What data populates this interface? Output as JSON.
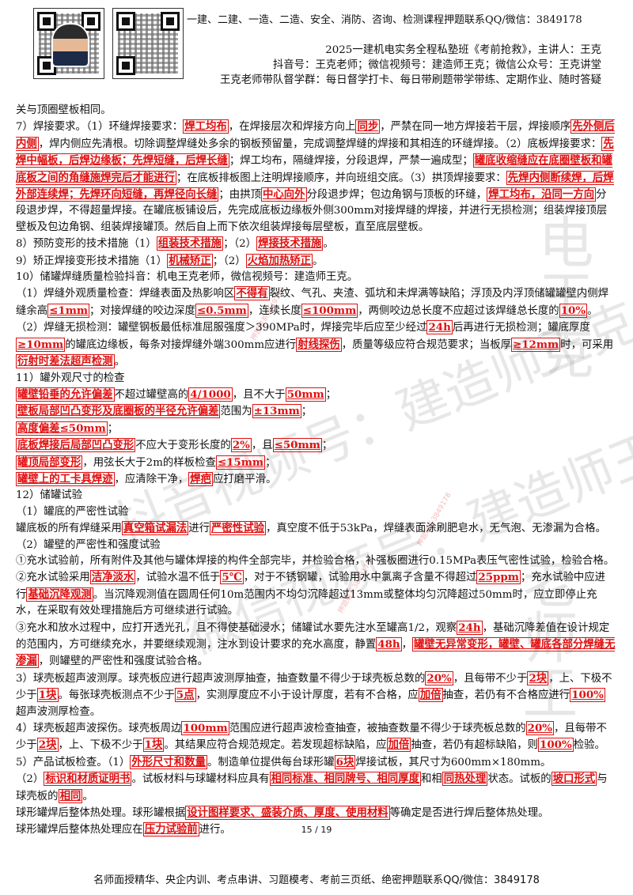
{
  "header": {
    "top_line": "一建、二建、一造、二造、安全、消防、咨询、检测课程押题联系QQ/微信：3849178",
    "course_line": "2025一建机电实务全程私塾班《考前抢救》，主讲人：王克",
    "contact_line": "抖音号：王克老师；微信视频号：建造师王克；微信公众号：王克讲堂",
    "group_line": "王克老师带队督学群：每日督学打卡、每日带刷题带学带练、定期作业、随时答疑",
    "group_line2": "关与顶圈壁板相同。"
  },
  "watermark": {
    "line1": "抖音视频号：建造师王克",
    "line2": "微信视频号：建造师王克",
    "vert1": "电王克",
    "vert2": "老师王",
    "stamp": "押题联系3849178"
  },
  "page": {
    "number": "15 / 19"
  },
  "footer": {
    "text": "名师面授精华、央企内训、考点串讲、习题模考、考前三页纸、绝密押题联系QQ/微信：3849178"
  },
  "paragraphs": [
    [
      {
        "t": "7）焊接要求。（1）环缝焊接要求："
      },
      {
        "h": "焊工均布"
      },
      {
        "t": "，在焊接层次和焊接方向上"
      },
      {
        "h": "同步"
      },
      {
        "t": "，严禁在同一地方焊接若干层，焊接顺序"
      },
      {
        "h": "先外侧后内侧"
      },
      {
        "t": "，焊内侧应先清根。切除调整焊缝处多余的钢板预留量，完成调整焊缝的焊接和其相连的环缝焊接。（2）底板焊接要求："
      },
      {
        "h": "先焊中幅板，后焊边缘板；先焊短缝，后焊长缝"
      },
      {
        "t": "；焊工均布，隔缝焊接，分段退焊，严禁一遍成型；"
      },
      {
        "h": "罐底收缩缝应在底圈壁板和罐底板之间的角缝施焊完后才能进行"
      },
      {
        "t": "；在底板排板图上注明焊接顺序，并向班组交底。（3）拱顶焊接要求："
      },
      {
        "h": "先焊内侧断续焊，后焊外部连续焊；先焊环向短缝，再焊径向长缝"
      },
      {
        "t": "；由拱顶"
      },
      {
        "h": "中心向外"
      },
      {
        "t": "分段退步焊；包边角钢与顶板的环缝，"
      },
      {
        "h": "焊工均布，沿同一方向"
      },
      {
        "t": "分段退步焊，不得超量焊接。在罐底板铺设后，先完成底板边缘板外侧300mm对接焊缝的焊接，并进行无损检测；组装焊接顶层壁板及包边角钢、组装焊接罐顶。然后自上而下依次组装焊接每层壁板，直至底层壁板。"
      }
    ],
    [
      {
        "t": "8）预防变形的技术措施（1）"
      },
      {
        "h": "组装技术措施"
      },
      {
        "t": "；（2）"
      },
      {
        "h": "焊接技术措施"
      },
      {
        "t": "。"
      }
    ],
    [
      {
        "t": "9）矫正焊接变形技术措施（1）"
      },
      {
        "h": "机械矫正"
      },
      {
        "t": "；（2）"
      },
      {
        "h": "火焰加热矫正"
      },
      {
        "t": "。"
      }
    ],
    [
      {
        "t": "10）储罐焊缝质量检验抖音：机电王克老师，微信视频号：建造师王克。"
      }
    ],
    [
      {
        "t": "（1）焊缝外观质量检查：焊缝表面及热影响区"
      },
      {
        "h": "不得有"
      },
      {
        "t": "裂纹、气孔、夹渣、弧坑和未焊满等缺陷；浮顶及内浮顶储罐罐壁内侧焊缝余高"
      },
      {
        "h": "≤1mm"
      },
      {
        "t": "；对接焊缝的咬边深度"
      },
      {
        "h": "≤0.5mm"
      },
      {
        "t": "，连续长度"
      },
      {
        "h": "≤100mm"
      },
      {
        "t": "，两侧咬边总长度不应超过该焊缝总长度的"
      },
      {
        "h": "10%"
      },
      {
        "t": "。"
      }
    ],
    [
      {
        "t": "（2）焊缝无损检测：罐壁钢板最低标准屈服强度＞390MPa时，焊接完毕后应至少经过"
      },
      {
        "h": "24h"
      },
      {
        "t": "后再进行无损检测；罐底厚度"
      },
      {
        "h": "≥10mm"
      },
      {
        "t": "的罐底边缘板，每条对接焊缝外端300mm应进行"
      },
      {
        "h": "射线探伤"
      },
      {
        "t": "，质量等级应符合规范要求；当板厚"
      },
      {
        "h": "≥12mm"
      },
      {
        "t": "时，可采用"
      },
      {
        "h": "衍射时差法超声检测"
      },
      {
        "t": "。"
      }
    ],
    [
      {
        "t": "11）罐外观尺寸的检查"
      }
    ],
    [
      {
        "h": "罐壁铅垂的允许偏差"
      },
      {
        "t": "不超过罐壁高的"
      },
      {
        "h": "4/1000"
      },
      {
        "t": "，且不大于"
      },
      {
        "h": "50mm"
      },
      {
        "t": "；"
      }
    ],
    [
      {
        "h": "壁板局部凹凸变形及底圈板的半径允许偏差"
      },
      {
        "t": "范围为"
      },
      {
        "h": "±13mm"
      },
      {
        "t": "；"
      }
    ],
    [
      {
        "h": "高度偏差≤50mm"
      },
      {
        "t": "；"
      }
    ],
    [
      {
        "h": "底板焊接后局部凹凸变形"
      },
      {
        "t": "不应大于变形长度的"
      },
      {
        "h": "2%"
      },
      {
        "t": "，且"
      },
      {
        "h": "≤50mm"
      },
      {
        "t": "；"
      }
    ],
    [
      {
        "h": "罐顶局部变形"
      },
      {
        "t": "，用弦长大于2m的样板检查"
      },
      {
        "h": "≤15mm"
      },
      {
        "t": "；"
      }
    ],
    [
      {
        "h": "罐壁上的工卡具焊迹"
      },
      {
        "t": "，应清除干净，"
      },
      {
        "h": "焊疤"
      },
      {
        "t": "应打磨平滑。"
      }
    ],
    [
      {
        "t": "12）储罐试验"
      }
    ],
    [
      {
        "t": "（1）罐底的严密性试验"
      }
    ],
    [
      {
        "t": "罐底板的所有焊缝采用"
      },
      {
        "h": "真空箱试漏法"
      },
      {
        "t": "进行"
      },
      {
        "h": "严密性试验"
      },
      {
        "t": "，真空度不低于53kPa，焊缝表面涂刷肥皂水，无气泡、无渗漏为合格。"
      }
    ],
    [
      {
        "t": "（2）罐壁的严密性和强度试验"
      }
    ],
    [
      {
        "t": "①充水试验前，所有附件及其他与罐体焊接的构件全部完毕，并检验合格，补强板圈进行0.15MPa表压气密性试验，检验合格。"
      }
    ],
    [
      {
        "t": "②充水试验采用"
      },
      {
        "h": "洁净淡水"
      },
      {
        "t": "，试验水温不低于"
      },
      {
        "h": "5℃"
      },
      {
        "t": "，对于不锈钢罐，试验用水中氯离子含量不得超过"
      },
      {
        "h": "25ppm"
      },
      {
        "t": "；充水试验中应进行"
      },
      {
        "h": "基础沉降观测"
      },
      {
        "t": "。当沉降观测值在圆周任何10m范围内不均匀沉降超过13mm或整体均匀沉降超过50mm时，应立即停止充水，在采取有效处理措施后方可继续进行试验。"
      }
    ],
    [
      {
        "t": "③充水和放水过程中，应打开透光孔，且不得使基础浸水；储罐试水要先注水至罐高1/2，观察"
      },
      {
        "h": "24h"
      },
      {
        "t": "，基础沉降差值在设计规定的范围内，方可继续充水，并要继续观测，注水到设计要求的充水高度，静置"
      },
      {
        "h": "48h"
      },
      {
        "t": "，"
      },
      {
        "h": "罐壁无异常变形，罐壁、罐底各部分焊缝无渗漏"
      },
      {
        "t": "，则罐壁的严密性和强度试验合格。"
      }
    ],
    [
      {
        "t": "3）球壳板超声波测厚。球壳板应进行超声波测厚抽查，抽查数量不得少于球壳板总数的"
      },
      {
        "h": "20%"
      },
      {
        "t": "，且每带不少于"
      },
      {
        "h": "2块"
      },
      {
        "t": "，上、下极不少于"
      },
      {
        "h": "1块"
      },
      {
        "t": "。每张球壳板测点不少于"
      },
      {
        "h": "5点"
      },
      {
        "t": "，实测厚度应不小于设计厚度，若有不合格，应"
      },
      {
        "h": "加倍"
      },
      {
        "t": "抽查，若仍有不合格应进行"
      },
      {
        "h": "100%"
      },
      {
        "t": "超声波测厚检查。"
      }
    ],
    [
      {
        "t": "4）球壳板超声波探伤。球壳板周边"
      },
      {
        "h": "100mm"
      },
      {
        "t": "范围应进行超声波检查抽查，被抽查数量不得少于球壳板总数的"
      },
      {
        "h": "20%"
      },
      {
        "t": "，且每带不少于"
      },
      {
        "h": "2块"
      },
      {
        "t": "，上、下极不少于"
      },
      {
        "h": "1块"
      },
      {
        "t": "。其结果应符合规范规定。若发现超标缺陷，应"
      },
      {
        "h": "加倍"
      },
      {
        "t": "抽查，若仍有超标缺陷，则"
      },
      {
        "h": "100%"
      },
      {
        "t": "检验。"
      }
    ],
    [
      {
        "t": "5）产品试板检查。（1）"
      },
      {
        "h": "外形尺寸和数量"
      },
      {
        "t": "。制造单位提供每台球形罐"
      },
      {
        "h": "6块"
      },
      {
        "t": "焊接试板，其尺寸为600mm×180mm。"
      }
    ],
    [
      {
        "t": "（2）"
      },
      {
        "h": "标识和材质证明书"
      },
      {
        "t": "。试板材料与球罐材料应具有"
      },
      {
        "h": "相同标准、相同牌号、相同厚度"
      },
      {
        "t": "和相"
      },
      {
        "h": "同热处理"
      },
      {
        "t": "状态。试板的"
      },
      {
        "h": "坡口形式"
      },
      {
        "t": "与球壳板的"
      },
      {
        "h": "相同"
      },
      {
        "t": "。"
      }
    ],
    [
      {
        "t": "球形罐焊后整体热处理。球形罐根据"
      },
      {
        "h": "设计图样要求、盛装介质、厚度、使用材料"
      },
      {
        "t": "等确定是否进行焊后整体热处理。"
      }
    ],
    [
      {
        "t": "球形罐焊后整体热处理应在"
      },
      {
        "h": "压力试验前"
      },
      {
        "t": "进行。"
      }
    ]
  ]
}
